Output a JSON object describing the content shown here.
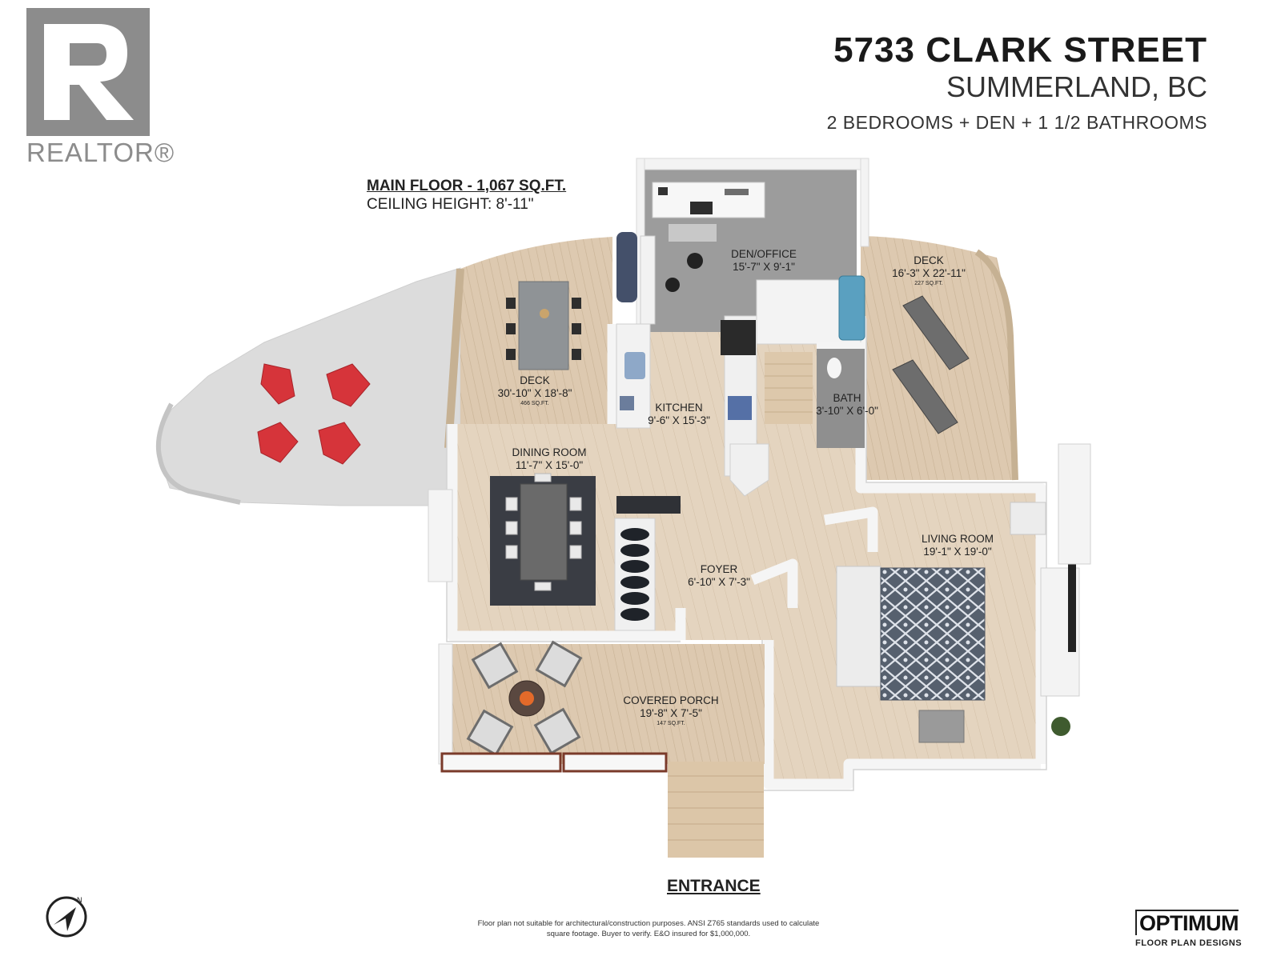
{
  "header": {
    "address": "5733 CLARK STREET",
    "city": "SUMMERLAND, BC",
    "summary": "2 BEDROOMS + DEN + 1 1/2 BATHROOMS"
  },
  "brand": {
    "realtor_logo_letter": "R",
    "realtor_text": "REALTOR®",
    "optimum_name": "OPTIMUM",
    "optimum_tagline": "FLOOR PLAN DESIGNS"
  },
  "floor": {
    "title": "MAIN FLOOR - 1,067 SQ.FT.",
    "ceiling": "CEILING HEIGHT: 8'-11\""
  },
  "rooms": [
    {
      "key": "den",
      "name": "DEN/OFFICE",
      "size": "15'-7\" X 9'-1\"",
      "sqft": ""
    },
    {
      "key": "deck-right",
      "name": "DECK",
      "size": "16'-3\" X 22'-11\"",
      "sqft": "227 SQ.FT."
    },
    {
      "key": "deck-left",
      "name": "DECK",
      "size": "30'-10\" X 18'-8\"",
      "sqft": "466 SQ.FT."
    },
    {
      "key": "kitchen",
      "name": "KITCHEN",
      "size": "9'-6\" X 15'-3\"",
      "sqft": ""
    },
    {
      "key": "bath",
      "name": "BATH",
      "size": "3'-10\" X 6'-0\"",
      "sqft": ""
    },
    {
      "key": "dining",
      "name": "DINING ROOM",
      "size": "11'-7\" X 15'-0\"",
      "sqft": ""
    },
    {
      "key": "living",
      "name": "LIVING ROOM",
      "size": "19'-1\" X 19'-0\"",
      "sqft": ""
    },
    {
      "key": "foyer",
      "name": "FOYER",
      "size": "6'-10\" X 7'-3\"",
      "sqft": ""
    },
    {
      "key": "porch",
      "name": "COVERED PORCH",
      "size": "19'-8\" X 7'-5\"",
      "sqft": "147 SQ.FT."
    }
  ],
  "entrance_label": "ENTRANCE",
  "disclaimer": "Floor plan not suitable for architectural/construction purposes. ANSI Z765 standards used to calculate square footage. Buyer to verify. E&O insured for $1,000,000.",
  "compass_letter": "N",
  "colors": {
    "wood_floor": "#e3d2bd",
    "wall": "#f4f4f4",
    "patio": "#d9d9d9",
    "den_floor": "#9a9a9a",
    "chair_red": "#d6343a",
    "rug_dark": "#3a3d44",
    "logo_gray": "#8c8c8c"
  }
}
